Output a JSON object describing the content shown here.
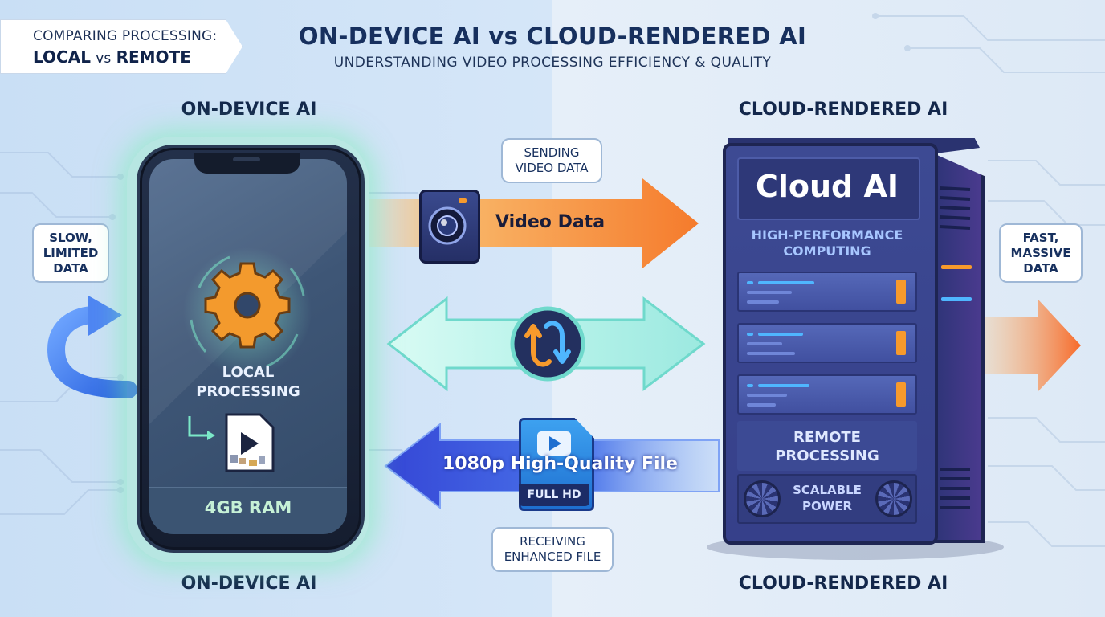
{
  "header": {
    "banner_line1": "COMPARING PROCESSING:",
    "banner_local": "LOCAL",
    "banner_vs": "vs",
    "banner_remote": "REMOTE",
    "title": "ON-DEVICE AI vs CLOUD-RENDERED AI",
    "subtitle": "UNDERSTANDING VIDEO PROCESSING EFFICIENCY & QUALITY"
  },
  "left": {
    "heading_top": "ON-DEVICE AI",
    "heading_bottom": "ON-DEVICE AI",
    "callout": [
      "SLOW,",
      "LIMITED",
      "DATA"
    ],
    "phone": {
      "processing": [
        "LOCAL",
        "PROCESSING"
      ],
      "ram": "4GB RAM"
    }
  },
  "middle": {
    "send_callout": [
      "SENDING",
      "VIDEO DATA"
    ],
    "video_arrow_label": "Video Data",
    "file_arrow_label": "1080p High-Quality File",
    "file_badge": "FULL HD",
    "receive_callout": [
      "RECEIVING",
      "ENHANCED FILE"
    ]
  },
  "right": {
    "heading_top": "CLOUD-RENDERED AI",
    "heading_bottom": "CLOUD-RENDERED AI",
    "callout": [
      "FAST,",
      "MASSIVE",
      "DATA"
    ],
    "server": {
      "title": "Cloud AI",
      "hpc": [
        "HIGH-PERFORMANCE",
        "COMPUTING"
      ],
      "remote": [
        "REMOTE",
        "PROCESSING"
      ],
      "power": [
        "SCALABLE",
        "POWER"
      ]
    }
  },
  "colors": {
    "arrow_orange": "#f7a53a",
    "arrow_teal": "#8fe6dc",
    "arrow_blue": "#3f5fe0",
    "phone_glow": "#8ef0be",
    "server_body": "#3d4a93",
    "lightning": "#ffd23a"
  },
  "icons": [
    "gear-icon",
    "video-file-icon",
    "camera-icon",
    "sync-arrows-icon",
    "lightning-icon",
    "fan-icon",
    "curved-arrow-icon",
    "play-icon"
  ]
}
